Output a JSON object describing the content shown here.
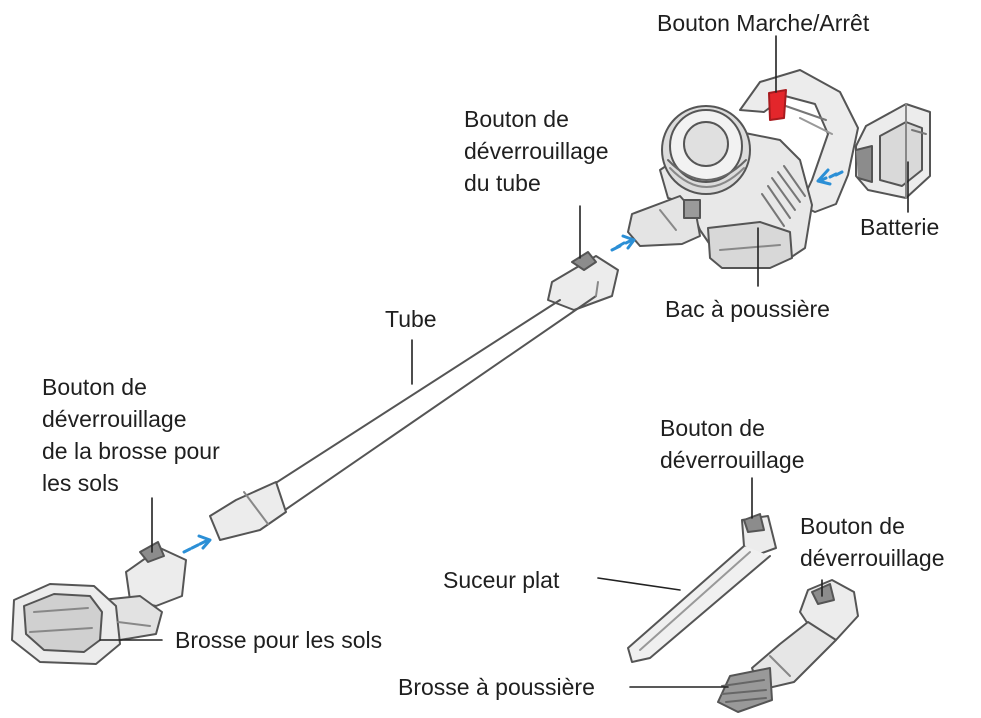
{
  "labels": {
    "power_button": "Bouton Marche/Arrêt",
    "tube_release_line1": "Bouton de",
    "tube_release_line2": "déverrouillage",
    "tube_release_line3": "du tube",
    "battery": "Batterie",
    "dust_bin": "Bac à poussière",
    "tube": "Tube",
    "floor_release_line1": "Bouton de",
    "floor_release_line2": "déverrouillage",
    "floor_release_line3": "de la brosse pour",
    "floor_release_line4": "les sols",
    "crevice_release_line1": "Bouton de",
    "crevice_release_line2": "déverrouillage",
    "dustbrush_release_line1": "Bouton de",
    "dustbrush_release_line2": "déverrouillage",
    "crevice_tool": "Suceur plat",
    "floor_brush": "Brosse pour les sols",
    "dust_brush": "Brosse à poussière"
  },
  "colors": {
    "outline": "#555555",
    "body_fill": "#e6e6e6",
    "dark_fill": "#8c8c8c",
    "power_button": "#e3262b",
    "arrow": "#2b8fd6",
    "leader": "#222222"
  }
}
